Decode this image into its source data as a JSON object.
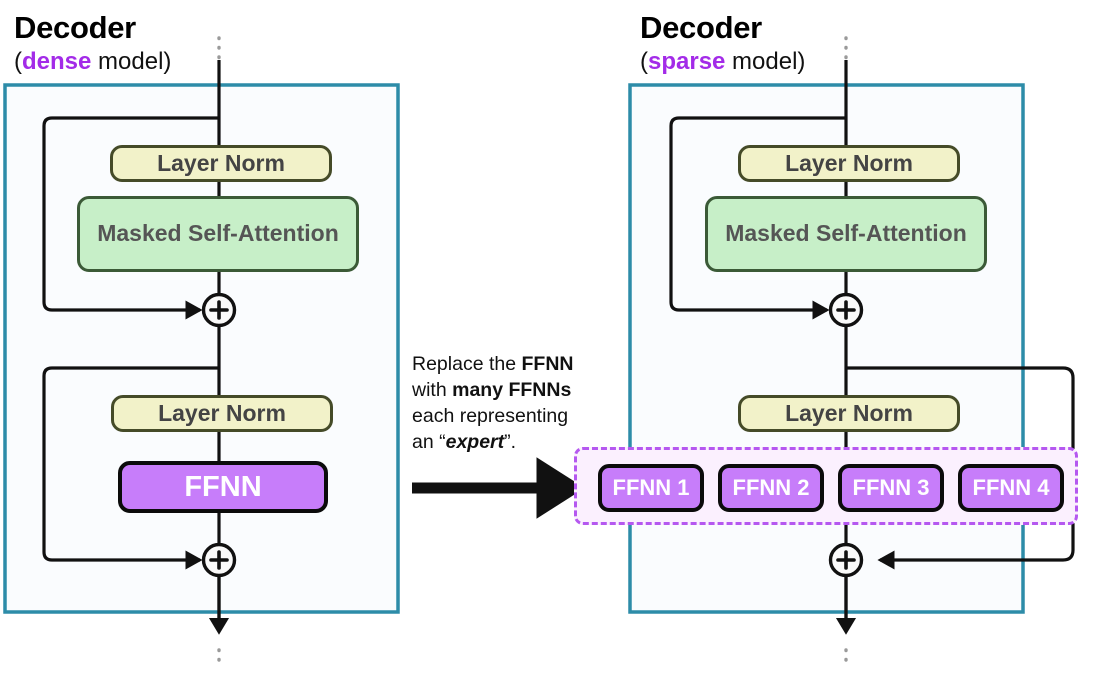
{
  "panels": {
    "left": {
      "title": "Decoder",
      "subtitle_prefix": "(",
      "subtitle_accent": "dense",
      "subtitle_suffix": " model)",
      "nodes": {
        "layer_norm_1": "Layer Norm",
        "attention": "Masked Self-Attention",
        "layer_norm_2": "Layer Norm",
        "ffnn": "FFNN",
        "add_1": "+",
        "add_2": "+"
      }
    },
    "right": {
      "title": "Decoder",
      "subtitle_prefix": "(",
      "subtitle_accent": "sparse",
      "subtitle_suffix": " model)",
      "nodes": {
        "layer_norm_1": "Layer Norm",
        "attention": "Masked Self-Attention",
        "layer_norm_2": "Layer Norm",
        "add_1": "+",
        "add_2": "+"
      },
      "experts": [
        "FFNN 1",
        "FFNN 2",
        "FFNN 3",
        "FFNN 4"
      ]
    }
  },
  "caption": {
    "line1_a": "Replace the ",
    "line1_b": "FFNN",
    "line2_a": "with ",
    "line2_b": "many FFNNs",
    "line3": "each representing",
    "line4_a": "an “",
    "line4_b": "expert",
    "line4_c": "”."
  },
  "colors": {
    "panel_border": "#2D8CA8",
    "panel_fill": "#FAFCFE",
    "accent_purple": "#A32BE8",
    "expert_fill": "#C77DFA",
    "expert_border": "#0B0B0B",
    "layer_norm_fill": "#F2F2C9",
    "layer_norm_border": "#454B28",
    "attention_fill": "#C7EFC8",
    "attention_border": "#3B5A37",
    "dashed_border": "#B558F0",
    "dashed_fill": "#FBF0FE",
    "wire": "#111111",
    "dotted_wire": "#9A9A9A"
  }
}
